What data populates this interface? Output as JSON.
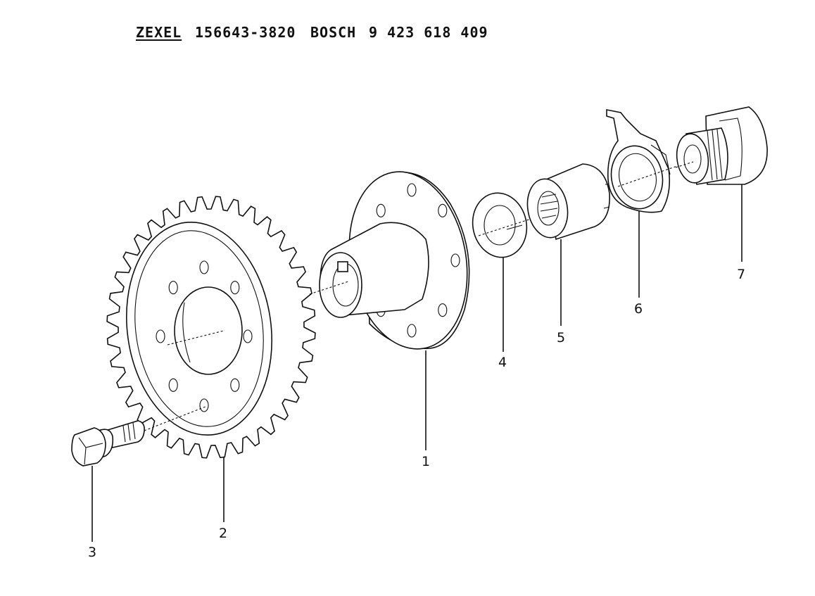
{
  "header": {
    "zexel_label": "ZEXEL",
    "zexel_number": "156643-3820",
    "bosch_label": "BOSCH",
    "bosch_number": "9 423 618 409"
  },
  "callouts": [
    "1",
    "2",
    "3",
    "4",
    "5",
    "6",
    "7"
  ]
}
